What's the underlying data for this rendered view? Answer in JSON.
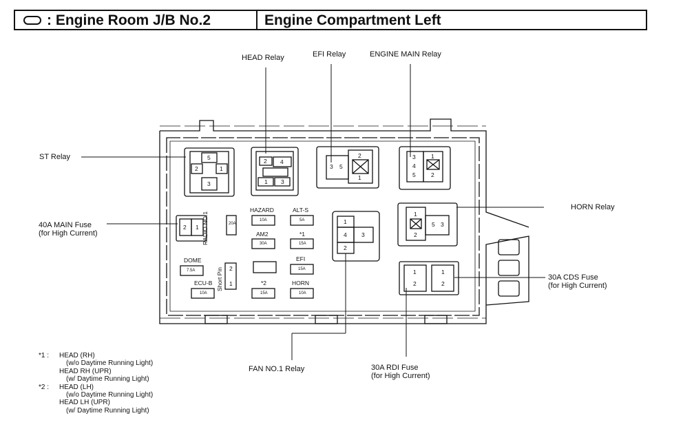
{
  "header": {
    "title": ": Engine Room J/B No.2",
    "subtitle": "Engine Compartment Left"
  },
  "callouts": {
    "head_relay": "HEAD Relay",
    "efi_relay": "EFI Relay",
    "engine_main_relay": "ENGINE MAIN Relay",
    "st_relay": "ST Relay",
    "main_fuse_line1": "40A MAIN Fuse",
    "main_fuse_line2": "(for High Current)",
    "horn_relay": "HORN Relay",
    "cds_fuse_line1": "30A CDS Fuse",
    "cds_fuse_line2": "(for High Current)",
    "fan_relay": "FAN NO.1 Relay",
    "rdi_fuse_line1": "30A RDI Fuse",
    "rdi_fuse_line2": "(for High Current)"
  },
  "fuses": {
    "hazard": "HAZARD",
    "hazard_amp": "10A",
    "alts": "ALT-S",
    "alts_amp": "5A",
    "am2": "AM2",
    "am2_amp": "30A",
    "star1": "*1",
    "star1_amp": "15A",
    "dome": "DOME",
    "dome_amp": "7.5A",
    "efi": "EFI",
    "efi_amp": "15A",
    "ecub": "ECU-B",
    "ecub_amp": "10A",
    "star2": "*2",
    "star2_amp": "15A",
    "horn": "HORN",
    "horn_amp": "10A",
    "radio": "RADIO NO.1",
    "radio_amp": "20A",
    "short_pin": "Short Pin"
  },
  "pins": {
    "st": [
      "5",
      "2",
      "1",
      "3"
    ],
    "head": [
      "2",
      "4",
      "1",
      "3"
    ],
    "efi": [
      "3",
      "5",
      "2",
      "1"
    ],
    "engine_main": [
      "3",
      "4",
      "5",
      "1",
      "2"
    ],
    "main40": [
      "2",
      "1"
    ],
    "fan": [
      "1",
      "4",
      "3",
      "2"
    ],
    "horn": [
      "1",
      "2",
      "5",
      "3"
    ],
    "cds": [
      "1",
      "2"
    ],
    "rdi": [
      "1",
      "2"
    ],
    "short_pin": [
      "2",
      "1"
    ]
  },
  "notes": [
    {
      "marker": "*1 :",
      "lines": [
        "HEAD (RH)",
        "(w/o Daytime Running Light)",
        "HEAD RH (UPR)",
        "(w/ Daytime Running Light)"
      ]
    },
    {
      "marker": "*2 :",
      "lines": [
        "HEAD (LH)",
        "(w/o Daytime Running Light)",
        "HEAD LH (UPR)",
        "(w/ Daytime Running Light)"
      ]
    }
  ]
}
